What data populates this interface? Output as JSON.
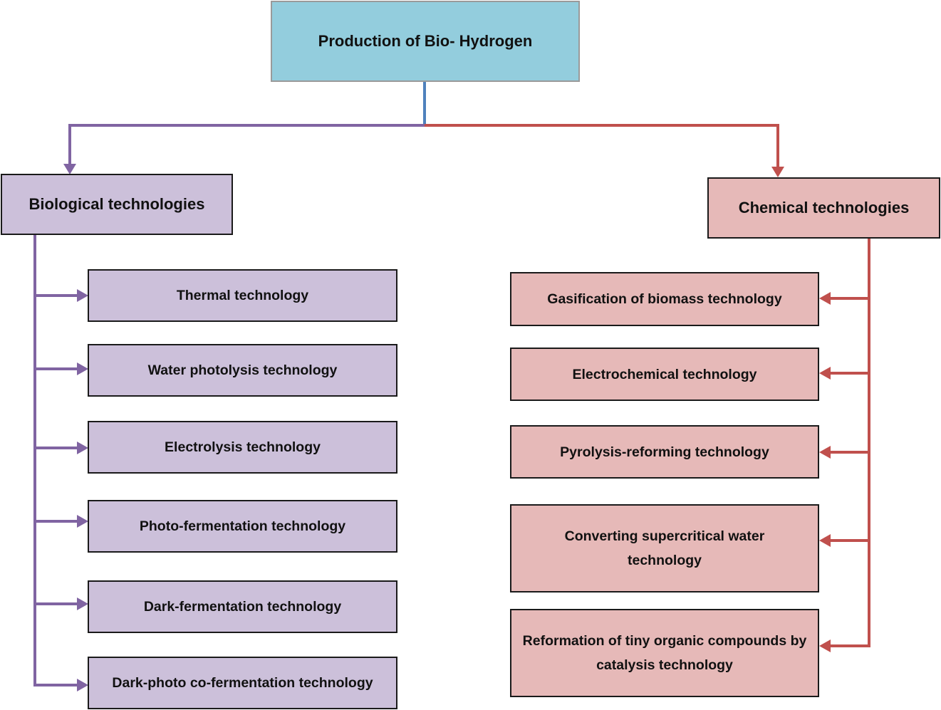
{
  "root": {
    "label": "Production of Bio- Hydrogen"
  },
  "biological": {
    "label": "Biological technologies",
    "items": [
      "Thermal technology",
      "Water photolysis technology",
      "Electrolysis technology",
      "Photo-fermentation technology",
      "Dark-fermentation technology",
      "Dark-photo co-fermentation technology"
    ]
  },
  "chemical": {
    "label": "Chemical technologies",
    "items": [
      "Gasification of biomass technology",
      "Electrochemical technology",
      "Pyrolysis-reforming technology",
      "Converting supercritical water technology",
      "Reformation of tiny organic compounds by catalysis technology"
    ]
  },
  "colors": {
    "root_fill": "#93cddd",
    "biological_fill": "#ccc0da",
    "chemical_fill": "#e6b9b8",
    "biological_line": "#8064a2",
    "chemical_line": "#c0504d",
    "root_line": "#4f81bd"
  }
}
